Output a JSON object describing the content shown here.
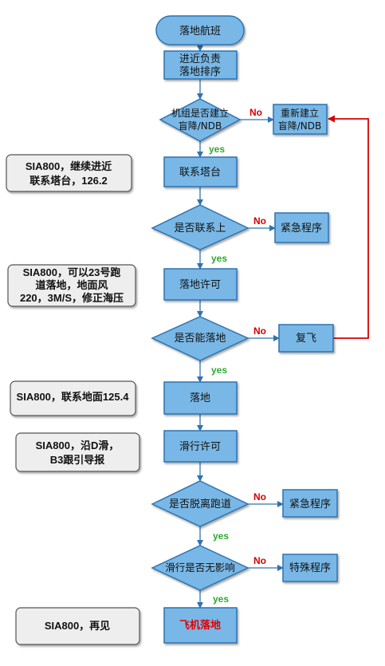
{
  "colors": {
    "node_fill": "#79b8e6",
    "node_stroke": "#2f73b0",
    "arrow": "#2f73b0",
    "loop_arrow": "#d80000",
    "note_fill": "#eeeeee",
    "note_stroke": "#555555"
  },
  "nodes": {
    "start": "落地航班",
    "approach_1": "进近负责",
    "approach_2": "落地排序",
    "d_ndb_1": "机组是否建立",
    "d_ndb_2": "盲降/NDB",
    "rebuild_1": "重新建立",
    "rebuild_2": "盲降/NDB",
    "contact_tower": "联系塔台",
    "d_contact": "是否联系上",
    "emergency_1": "紧急程序",
    "landing_clear": "落地许可",
    "d_can_land": "是否能落地",
    "go_around": "复飞",
    "landing": "落地",
    "taxi_clear": "滑行许可",
    "d_off_runway": "是否脱离跑道",
    "emergency_2": "紧急程序",
    "d_taxi_ok": "滑行是否无影响",
    "special": "特殊程序",
    "end": "飞机落地"
  },
  "labels": {
    "no": "No",
    "yes": "yes"
  },
  "notes": {
    "n1_l1": "SIA800，继续进近",
    "n1_l2": "联系塔台，126.2",
    "n2_l1": "SIA800，可以23号跑",
    "n2_l2": "道落地，地面风",
    "n2_l3": "220，3M/S，修正海压",
    "n3_l1": "SIA800，联系地面125.4",
    "n4_l1": "SIA800，沿D滑，",
    "n4_l2": "B3跟引导报",
    "n5_l1": "SIA800，再见"
  }
}
